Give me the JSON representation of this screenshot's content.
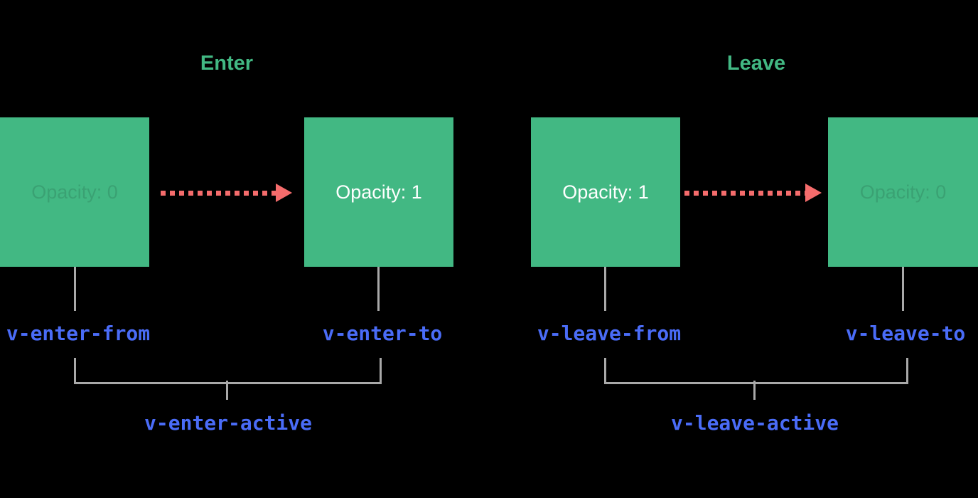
{
  "diagram": {
    "type": "transition-classes-diagram",
    "background": "#000000"
  },
  "colors": {
    "green": "#42b883",
    "blue": "#4a6cf7",
    "gray": "#a9a9a9",
    "red": "#f56c6c",
    "bright_text": "#ffffff"
  },
  "sections": [
    {
      "title": "Enter",
      "from_box": {
        "label": "Opacity: 0",
        "state": "faded"
      },
      "to_box": {
        "label": "Opacity: 1",
        "state": "bright"
      },
      "from_class": "v-enter-from",
      "to_class": "v-enter-to",
      "active_class": "v-enter-active"
    },
    {
      "title": "Leave",
      "from_box": {
        "label": "Opacity: 1",
        "state": "bright"
      },
      "to_box": {
        "label": "Opacity: 0",
        "state": "faded"
      },
      "from_class": "v-leave-from",
      "to_class": "v-leave-to",
      "active_class": "v-leave-active"
    }
  ]
}
